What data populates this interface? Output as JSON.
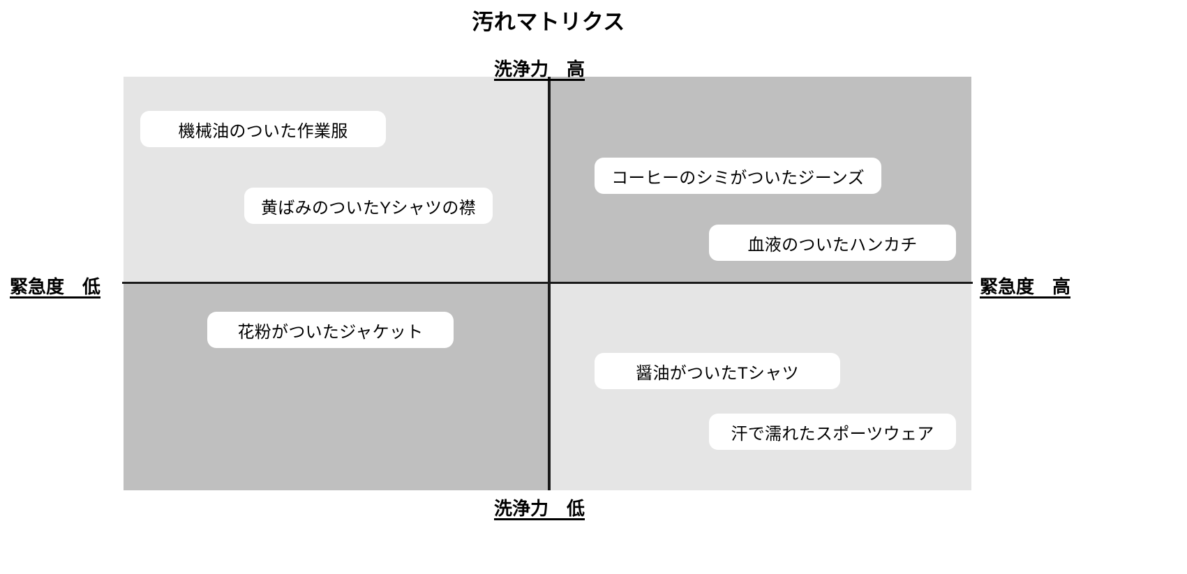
{
  "title": "汚れマトリクス",
  "axes": {
    "top": "洗浄力　高",
    "bottom": "洗浄力　低",
    "left": "緊急度　低",
    "right": "緊急度　高",
    "vertical_dimension": "洗浄力",
    "horizontal_dimension": "緊急度"
  },
  "quadrants": {
    "top_left": {
      "name": "洗浄力 高 / 緊急度 低",
      "fill": "#e5e5e5"
    },
    "top_right": {
      "name": "洗浄力 高 / 緊急度 高",
      "fill": "#bfbfbf"
    },
    "bottom_left": {
      "name": "洗浄力 低 / 緊急度 低",
      "fill": "#bfbfbf"
    },
    "bottom_right": {
      "name": "洗浄力 低 / 緊急度 高",
      "fill": "#e5e5e5"
    }
  },
  "items": [
    {
      "label": "機械油のついた作業服",
      "quadrant": "top_left"
    },
    {
      "label": "黄ばみのついたYシャツの襟",
      "quadrant": "top_left"
    },
    {
      "label": "コーヒーのシミがついたジーンズ",
      "quadrant": "top_right"
    },
    {
      "label": "血液のついたハンカチ",
      "quadrant": "top_right"
    },
    {
      "label": "花粉がついたジャケット",
      "quadrant": "bottom_left"
    },
    {
      "label": "醤油がついたTシャツ",
      "quadrant": "bottom_right"
    },
    {
      "label": "汗で濡れたスポーツウェア",
      "quadrant": "bottom_right"
    }
  ],
  "chart_data": {
    "type": "scatter",
    "title": "汚れマトリクス",
    "xlabel": "緊急度",
    "ylabel": "洗浄力",
    "xlim": [
      "低",
      "高"
    ],
    "ylim": [
      "低",
      "高"
    ],
    "grid": false,
    "legend": "none",
    "points": [
      {
        "label": "機械油のついた作業服",
        "x": "低",
        "y": "高"
      },
      {
        "label": "黄ばみのついたYシャツの襟",
        "x": "低",
        "y": "高"
      },
      {
        "label": "コーヒーのシミがついたジーンズ",
        "x": "高",
        "y": "高"
      },
      {
        "label": "血液のついたハンカチ",
        "x": "高",
        "y": "高"
      },
      {
        "label": "花粉がついたジャケット",
        "x": "低",
        "y": "低"
      },
      {
        "label": "醤油がついたTシャツ",
        "x": "高",
        "y": "低"
      },
      {
        "label": "汗で濡れたスポーツウェア",
        "x": "高",
        "y": "低"
      }
    ]
  }
}
